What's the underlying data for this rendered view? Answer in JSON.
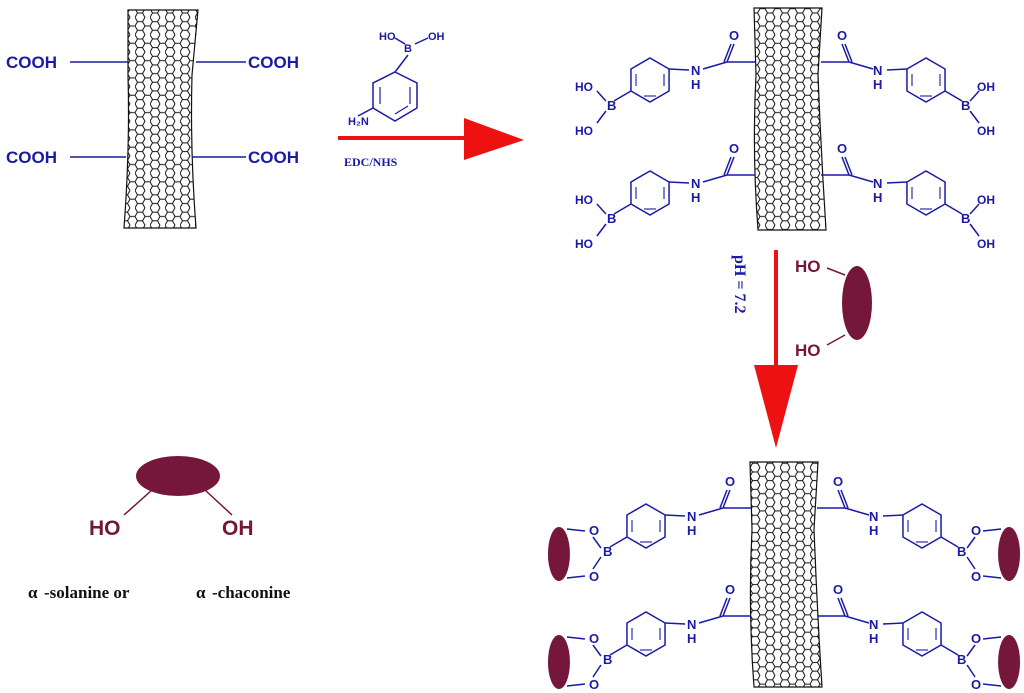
{
  "colors": {
    "chem_blue": "#1a1aa6",
    "arrow_red": "#ee1111",
    "target_maroon": "#74173a",
    "tube_black": "#111111"
  },
  "labels": {
    "cooh": "COOH",
    "oh": "OH",
    "ho": "HO",
    "b": "B",
    "o": "O",
    "n": "N",
    "h": "H",
    "h2n": "H₂N",
    "reagent": "EDC/NHS",
    "ph": "pH = 7.2",
    "ho_large": "HO",
    "oh_large": "OH",
    "caption_alpha1": "α",
    "caption_part1": "-solanine or",
    "caption_alpha2": "α",
    "caption_part2": "-chaconine"
  }
}
